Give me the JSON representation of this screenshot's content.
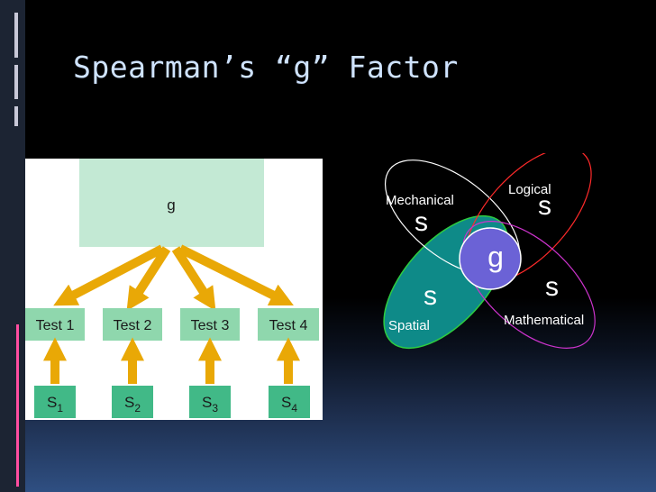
{
  "slide": {
    "title": "Spearman’s “g” Factor"
  },
  "tree": {
    "top_label": "g",
    "tests": [
      "Test 1",
      "Test 2",
      "Test 3",
      "Test 4"
    ],
    "specifics": [
      {
        "letter": "S",
        "sub": "1"
      },
      {
        "letter": "S",
        "sub": "2"
      },
      {
        "letter": "S",
        "sub": "3"
      },
      {
        "letter": "S",
        "sub": "4"
      }
    ],
    "colors": {
      "g_box": "#c3e9d4",
      "test_box": "#8fd7ad",
      "s_box": "#41b987",
      "arrow": "#e9a806"
    }
  },
  "venn": {
    "center_label": "g",
    "regions": [
      {
        "name": "Mechanical",
        "s": "s",
        "color": "#ffffff"
      },
      {
        "name": "Logical",
        "s": "s",
        "color": "#ff2a2a"
      },
      {
        "name": "Spatial",
        "s": "s",
        "color": "#2ecc40"
      },
      {
        "name": "Mathematical",
        "s": "s",
        "color": "#cc33cc"
      }
    ],
    "colors": {
      "spatial_fill": "#0e8a88",
      "g_fill": "#6b62d6"
    }
  }
}
